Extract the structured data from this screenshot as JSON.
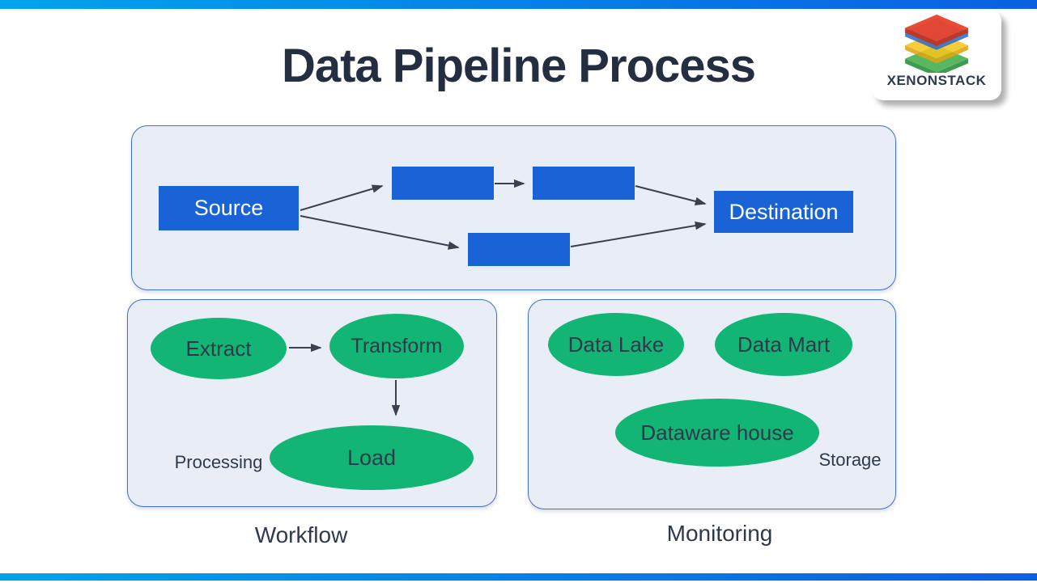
{
  "title": "Data Pipeline Process",
  "logo": {
    "brand": "XENONSTACK"
  },
  "pipeline": {
    "source": "Source",
    "destination": "Destination"
  },
  "workflow": {
    "caption": "Workflow",
    "region_label": "Processing",
    "nodes": {
      "extract": "Extract",
      "transform": "Transform",
      "load": "Load"
    }
  },
  "monitoring": {
    "caption": "Monitoring",
    "region_label": "Storage",
    "nodes": {
      "data_lake": "Data Lake",
      "data_mart": "Data Mart",
      "dataware_house": "Dataware house"
    }
  },
  "colors": {
    "accent_blue": "#1A63D6",
    "node_green": "#12B573",
    "bar_gradient_start": "#00A4EC",
    "bar_gradient_end": "#0B5FE3",
    "panel_fill": "#E9EEF6",
    "panel_border": "#3D6FD6",
    "arrow": "#39414F",
    "title_text": "#232E40"
  }
}
